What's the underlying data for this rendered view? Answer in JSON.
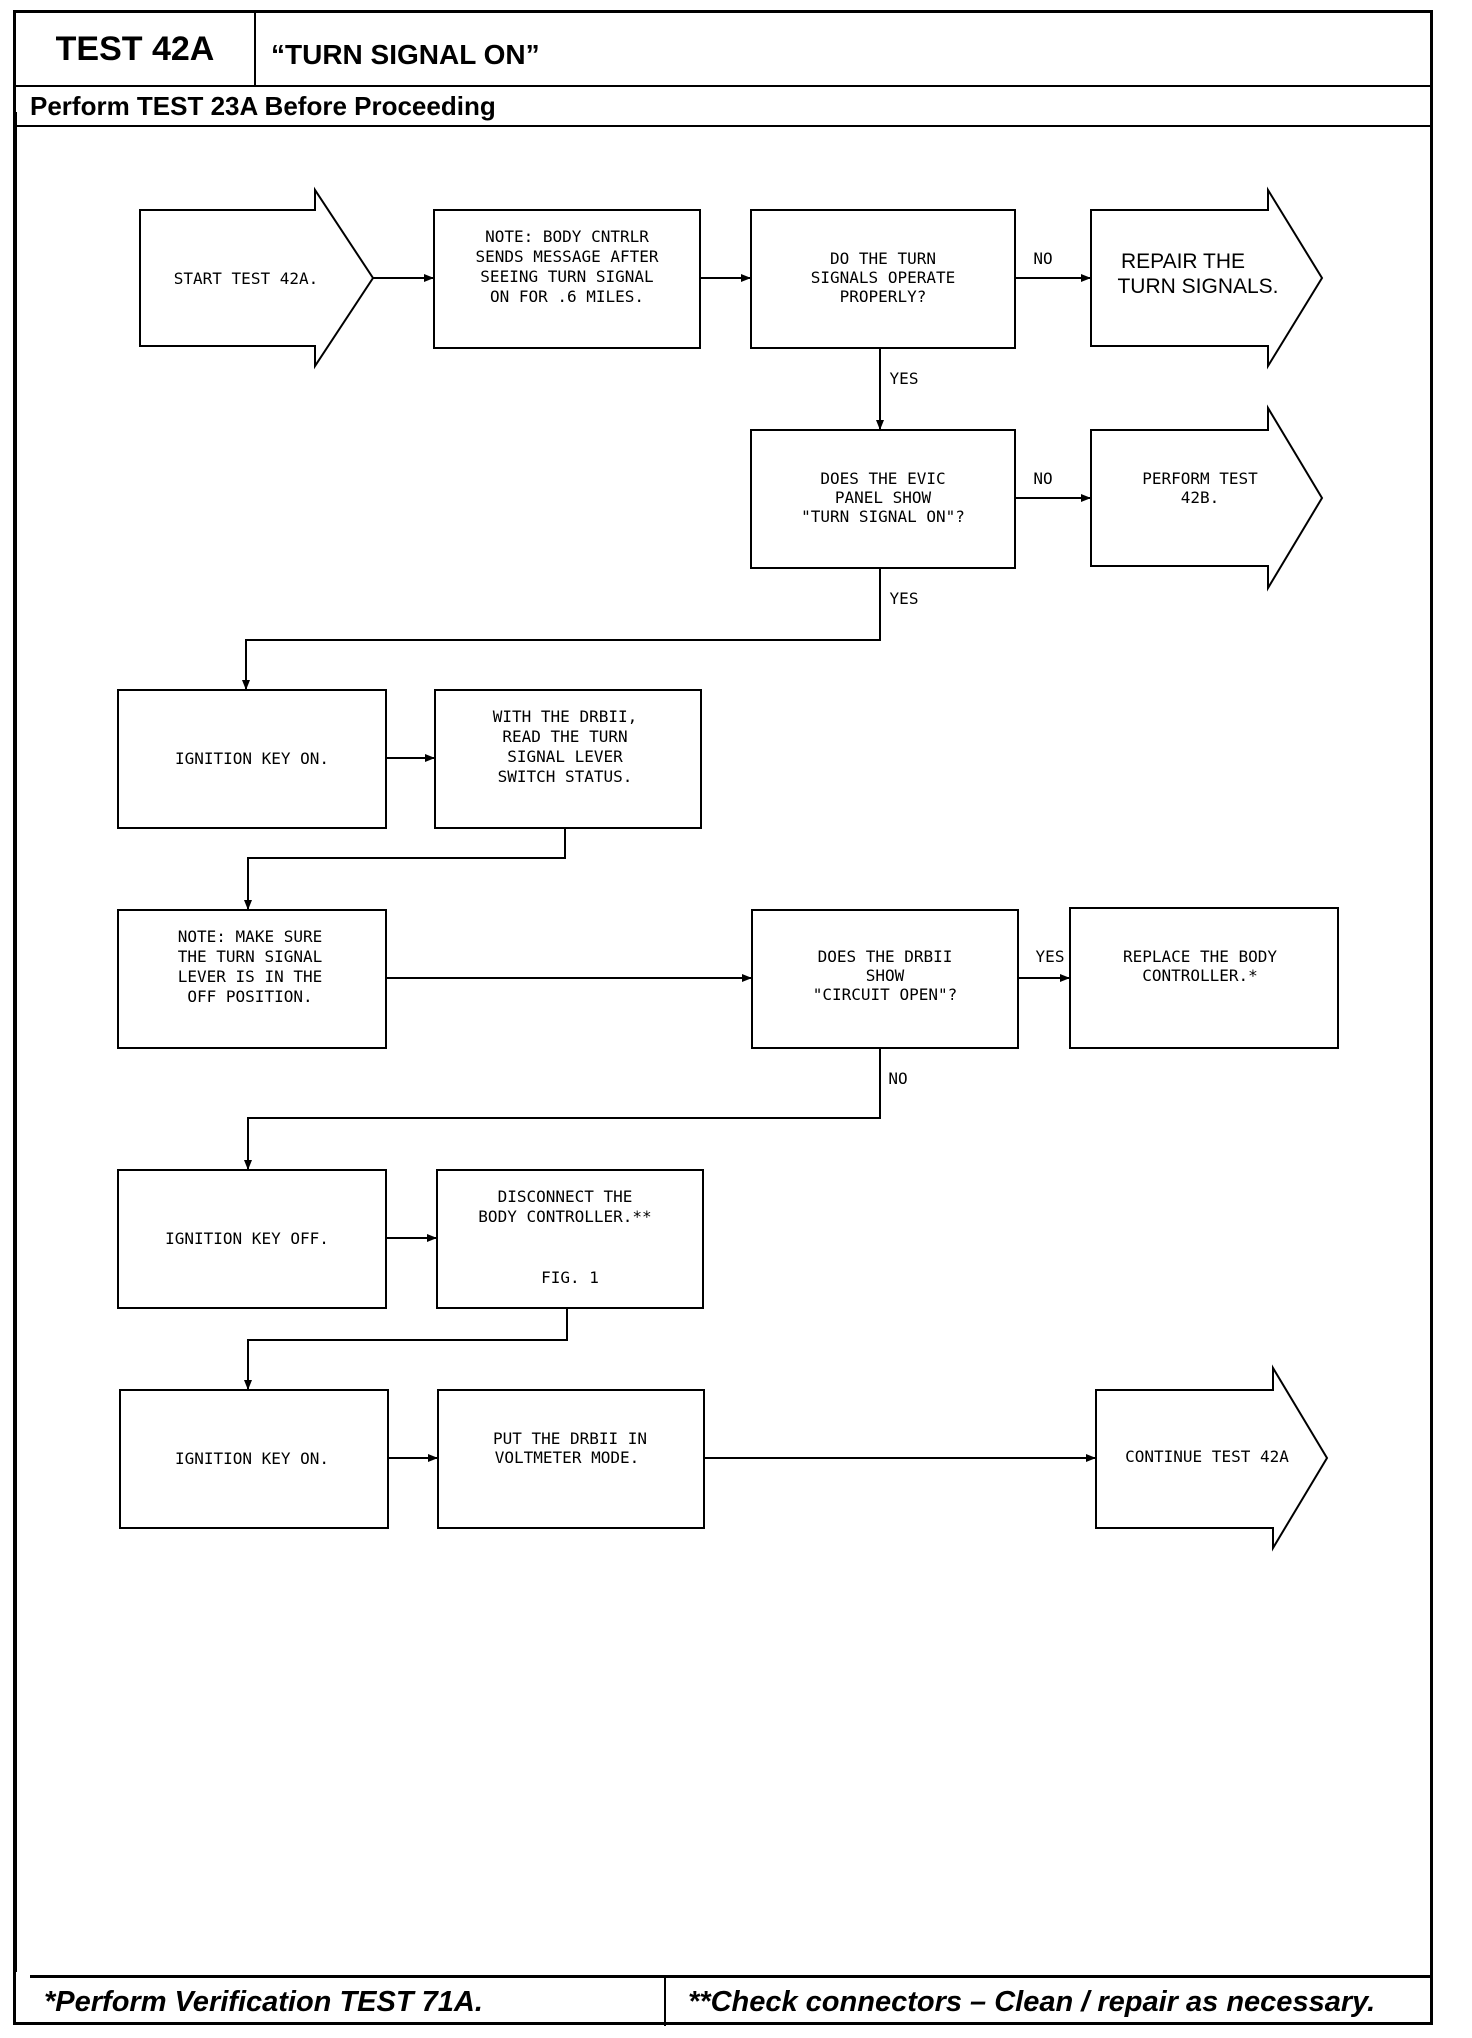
{
  "header": {
    "test_id": "TEST 42A",
    "title": "“TURN SIGNAL ON”",
    "prerequisite": "Perform TEST 23A Before Proceeding"
  },
  "flow": {
    "start": "START TEST 42A.",
    "note_body": [
      "NOTE: BODY CNTRLR",
      "SENDS MESSAGE AFTER",
      "SEEING TURN SIGNAL",
      "ON FOR .6 MILES."
    ],
    "q_turn_signals": [
      "DO THE TURN",
      "SIGNALS OPERATE",
      "PROPERLY?"
    ],
    "no_1": "NO",
    "repair": [
      "REPAIR THE",
      "TURN SIGNALS."
    ],
    "yes_1": "YES",
    "q_evic": [
      "DOES THE EVIC",
      "PANEL SHOW",
      "\"TURN SIGNAL ON\"?"
    ],
    "no_2": "NO",
    "perform_42b": [
      "PERFORM TEST",
      "42B."
    ],
    "yes_2": "YES",
    "ign_on_1": "IGNITION KEY ON.",
    "read_switch": [
      "WITH THE DRBII,",
      "READ THE TURN",
      "SIGNAL LEVER",
      "SWITCH STATUS."
    ],
    "note_lever": [
      "NOTE: MAKE SURE",
      "THE TURN SIGNAL",
      "LEVER IS IN THE",
      "OFF POSITION."
    ],
    "q_circuit": [
      "DOES THE DRBII",
      "SHOW",
      "\"CIRCUIT OPEN\"?"
    ],
    "yes_3": "YES",
    "replace": [
      "REPLACE THE BODY",
      "CONTROLLER.*"
    ],
    "no_3": "NO",
    "ign_off": "IGNITION KEY OFF.",
    "disconnect": [
      "DISCONNECT THE",
      "BODY CONTROLLER.**"
    ],
    "fig": "FIG. 1",
    "ign_on_2": "IGNITION KEY ON.",
    "voltmeter": [
      "PUT THE DRBII IN",
      "VOLTMETER MODE."
    ],
    "continue": "CONTINUE TEST 42A"
  },
  "footer": {
    "left": "*Perform Verification TEST 71A.",
    "right": "**Check connectors – Clean / repair as necessary."
  }
}
